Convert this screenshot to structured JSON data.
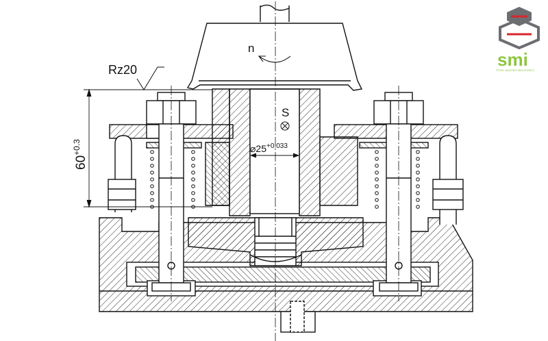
{
  "annotations": {
    "roughness": "Rz20",
    "height_dim": "60",
    "height_tol": "+0.3",
    "bore_dim": "⌀25",
    "bore_tol": "+0.033",
    "rotation": "n",
    "section": "S"
  },
  "logo": {
    "text": "smi",
    "tagline": "STEEL MASTER INDUSTRIES"
  },
  "colors": {
    "line": "#111111",
    "logo_green": "#8dc63f",
    "logo_gray": "#6d6e71",
    "logo_red": "#d7262b"
  }
}
